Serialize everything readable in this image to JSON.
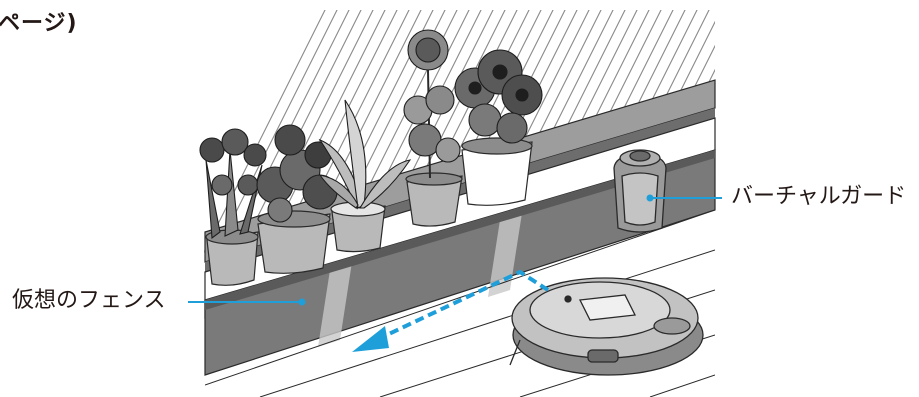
{
  "page_ref": "ページ)",
  "labels": {
    "virtual_guard": "バーチャルガード",
    "virtual_fence": "仮想のフェンス"
  },
  "colors": {
    "callout_line": "#1f9fd9",
    "path_arrow": "#1f9fd9",
    "illustration_stroke": "#2a2a2a",
    "illustration_fill": "#b8b8b8"
  }
}
